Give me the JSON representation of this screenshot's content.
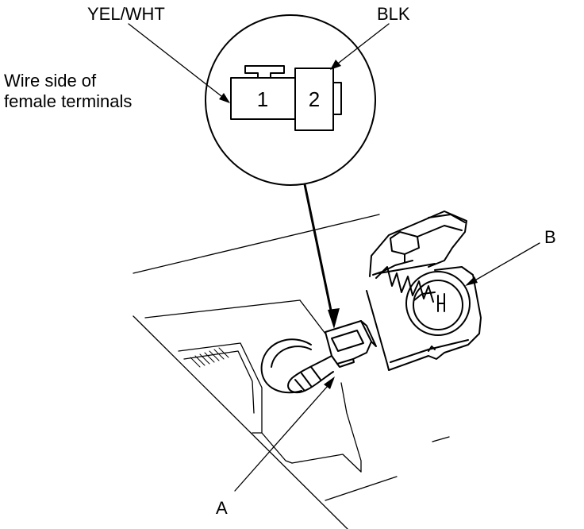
{
  "labels": {
    "wire_yel_wht": "YEL/WHT",
    "wire_blk": "BLK",
    "wire_side_line1": "Wire side of",
    "wire_side_line2": "female terminals",
    "callout_a": "A",
    "callout_b": "B"
  },
  "terminals": {
    "pin1": "1",
    "pin2": "2"
  },
  "colors": {
    "line": "#000000",
    "background": "#ffffff"
  }
}
